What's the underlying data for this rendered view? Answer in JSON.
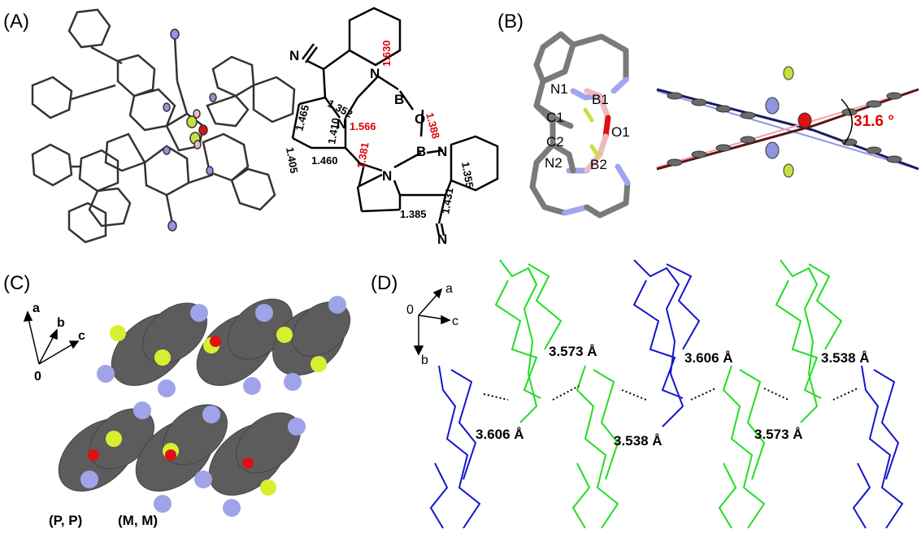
{
  "panels": {
    "A": "(A)",
    "B": "(B)",
    "C": "(C)",
    "D": "(D)"
  },
  "structure_A": {
    "atoms": {
      "N_cyano_top": "N",
      "N_pip_top": "N",
      "B_top": "B",
      "O_bridge": "O",
      "N_left": "N",
      "B_bot": "B",
      "N_right": "N",
      "N_center": "N",
      "N_cyano_bot": "N"
    },
    "bonds_black": [
      "1.352",
      "1.465",
      "1.410",
      "1.405",
      "1.460",
      "1.385",
      "1.355",
      "1.431"
    ],
    "bonds_red": [
      "1.630",
      "1.566",
      "1.388",
      "1.381"
    ]
  },
  "structure_B": {
    "atoms": [
      "N1",
      "B1",
      "O1",
      "C1",
      "C2",
      "N2",
      "B2"
    ],
    "angle": "31.6 °"
  },
  "panel_C": {
    "axes": {
      "a": "a",
      "b": "b",
      "c": "c",
      "origin": "0"
    },
    "labels": {
      "pp": "(P, P)",
      "mm": "(M, M)"
    }
  },
  "panel_D": {
    "axes": {
      "a": "a",
      "b": "b",
      "c": "c",
      "origin": "0"
    },
    "distances": [
      "3.573 Å",
      "3.606 Å",
      "3.538 Å",
      "3.606 Å",
      "3.538 Å",
      "3.573 Å"
    ]
  },
  "colors": {
    "carbon": "#6b6b6b",
    "nitrogen": "#8f95e0",
    "boron": "#f0b8c0",
    "oxygen": "#e01010",
    "fluorine": "#c8e040",
    "green": "#22dd22",
    "blue": "#1515cc",
    "red_label": "#e00000"
  }
}
